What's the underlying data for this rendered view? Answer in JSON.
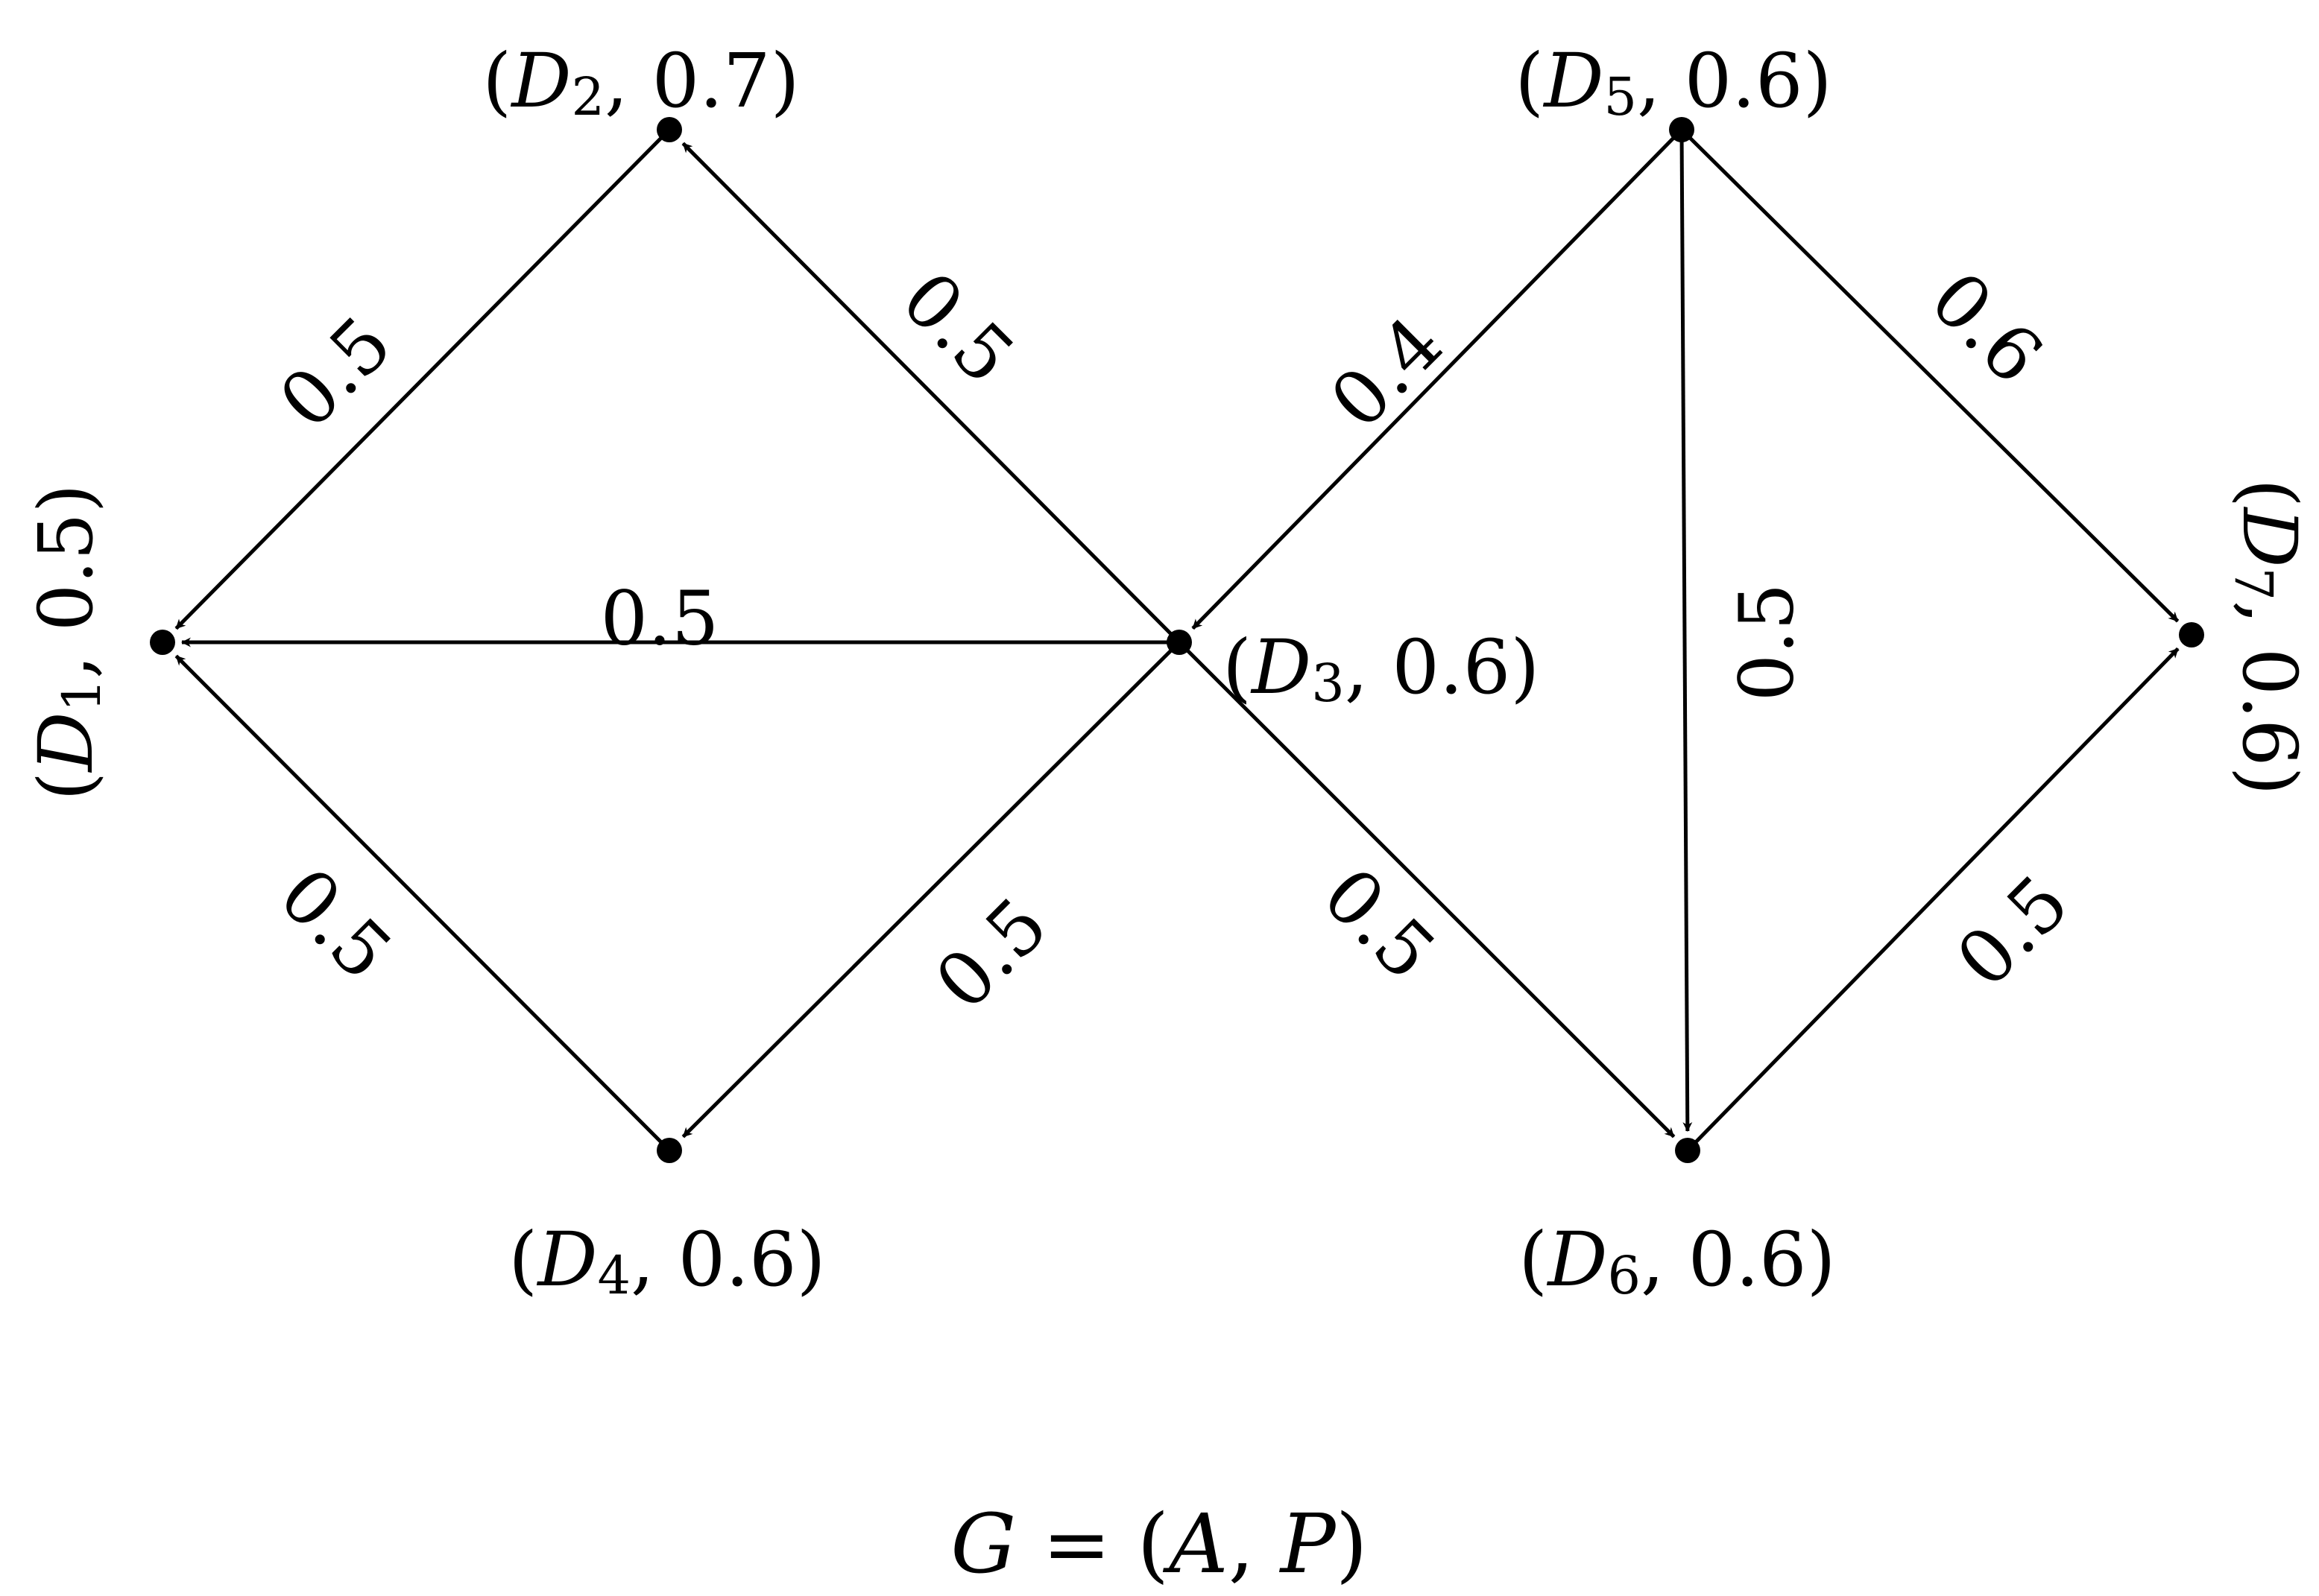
{
  "nodes": [
    {
      "id": "D1",
      "name": "D",
      "sub": "1",
      "value": "0.5"
    },
    {
      "id": "D2",
      "name": "D",
      "sub": "2",
      "value": "0.7"
    },
    {
      "id": "D3",
      "name": "D",
      "sub": "3",
      "value": "0.6"
    },
    {
      "id": "D4",
      "name": "D",
      "sub": "4",
      "value": "0.6"
    },
    {
      "id": "D5",
      "name": "D",
      "sub": "5",
      "value": "0.6"
    },
    {
      "id": "D6",
      "name": "D",
      "sub": "6",
      "value": "0.6"
    },
    {
      "id": "D7",
      "name": "D",
      "sub": "7",
      "value": "0.6"
    }
  ],
  "edges": [
    {
      "from": "D2",
      "to": "D1",
      "weight": "0.5"
    },
    {
      "from": "D3",
      "to": "D2",
      "weight": "0.5"
    },
    {
      "from": "D3",
      "to": "D1",
      "weight": "0.5"
    },
    {
      "from": "D4",
      "to": "D1",
      "weight": "0.5"
    },
    {
      "from": "D3",
      "to": "D4",
      "weight": "0.5"
    },
    {
      "from": "D3",
      "to": "D6",
      "weight": "0.5"
    },
    {
      "from": "D5",
      "to": "D3",
      "weight": "0.4"
    },
    {
      "from": "D5",
      "to": "D6",
      "weight": "0.5"
    },
    {
      "from": "D5",
      "to": "D7",
      "weight": "0.6"
    },
    {
      "from": "D6",
      "to": "D7",
      "weight": "0.5"
    }
  ],
  "caption": {
    "lhs": "G",
    "eq": " = (",
    "a": "A",
    "comma": ", ",
    "p": "P",
    "close": ")"
  }
}
